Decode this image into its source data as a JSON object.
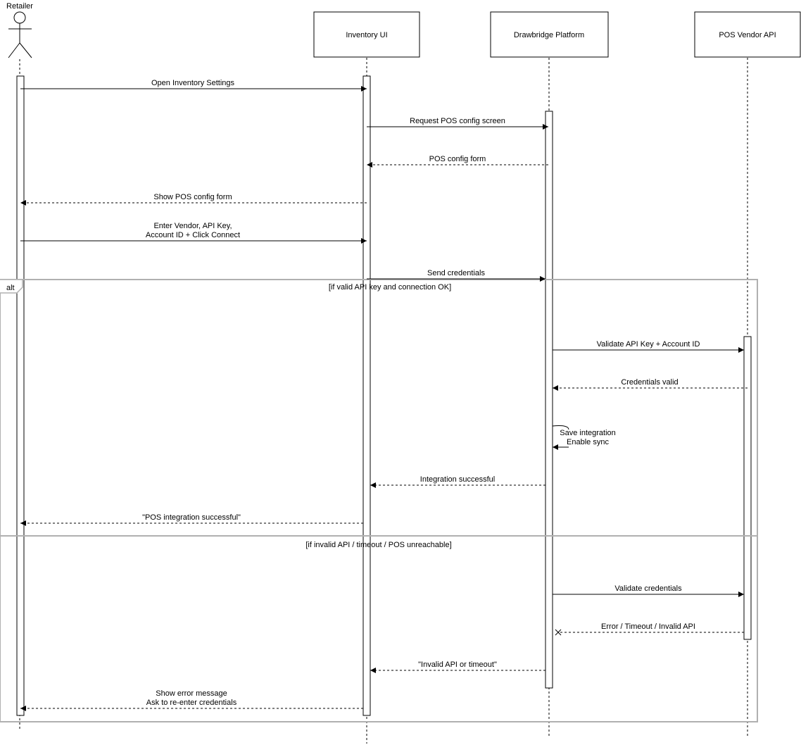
{
  "actor": {
    "name": "Retailer"
  },
  "participants": [
    {
      "id": "ui",
      "name": "Inventory UI"
    },
    {
      "id": "platform",
      "name": "Drawbridge Platform"
    },
    {
      "id": "pos",
      "name": "POS Vendor API"
    }
  ],
  "messages": [
    {
      "id": "m1",
      "lines": [
        "Open Inventory Settings"
      ]
    },
    {
      "id": "m2",
      "lines": [
        "Request POS config screen"
      ]
    },
    {
      "id": "m3",
      "lines": [
        "POS config form"
      ]
    },
    {
      "id": "m4",
      "lines": [
        "Show POS config form"
      ]
    },
    {
      "id": "m5",
      "lines": [
        "Enter Vendor, API Key,",
        "Account ID + Click Connect"
      ]
    },
    {
      "id": "m6",
      "lines": [
        "Send credentials"
      ]
    },
    {
      "id": "m7",
      "lines": [
        "Validate API Key + Account ID"
      ]
    },
    {
      "id": "m8",
      "lines": [
        "Credentials valid"
      ]
    },
    {
      "id": "m9",
      "lines": [
        "Save integration",
        "Enable sync"
      ]
    },
    {
      "id": "m10",
      "lines": [
        "Integration successful"
      ]
    },
    {
      "id": "m11",
      "lines": [
        "\"POS integration successful\""
      ]
    },
    {
      "id": "m12",
      "lines": [
        "Validate credentials"
      ]
    },
    {
      "id": "m13",
      "lines": [
        "Error / Timeout / Invalid API"
      ]
    },
    {
      "id": "m14",
      "lines": [
        "\"Invalid API or timeout\""
      ]
    },
    {
      "id": "m15",
      "lines": [
        "Show error message",
        "Ask to re-enter credentials"
      ]
    }
  ],
  "frame": {
    "tag": "alt",
    "guard_valid": "[if valid API key and connection OK]",
    "guard_invalid": "[if invalid API / timeout / POS unreachable]"
  }
}
